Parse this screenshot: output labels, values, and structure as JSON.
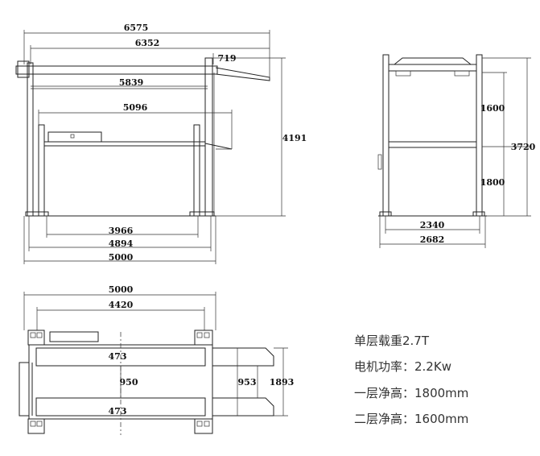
{
  "front_view": {
    "dims": {
      "d6575": "6575",
      "d6352": "6352",
      "d719": "719",
      "d5839": "5839",
      "d5096": "5096",
      "d4191": "4191",
      "d3966": "3966",
      "d4894": "4894",
      "d5000": "5000"
    }
  },
  "side_view": {
    "dims": {
      "d1600": "1600",
      "d1800": "1800",
      "d3720": "3720",
      "d2340": "2340",
      "d2682": "2682"
    }
  },
  "top_view": {
    "dims": {
      "d5000": "5000",
      "d4420": "4420",
      "d473_top": "473",
      "d950": "950",
      "d953": "953",
      "d1893": "1893",
      "d473_bottom": "473"
    }
  },
  "specs": [
    "单层载重2.7T",
    "电机功率：2.2Kw",
    "一层净高：1800mm",
    "二层净高：1600mm"
  ]
}
